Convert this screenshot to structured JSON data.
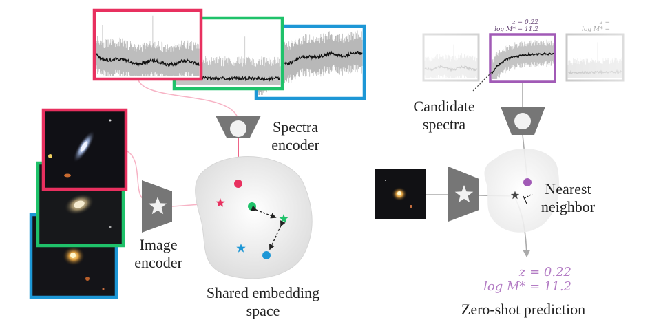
{
  "labels": {
    "spectra_encoder_l1": "Spectra",
    "spectra_encoder_l2": "encoder",
    "image_encoder_l1": "Image",
    "image_encoder_l2": "encoder",
    "shared_space_l1": "Shared embedding",
    "shared_space_l2": "space",
    "candidate_l1": "Candidate",
    "candidate_l2": "spectra",
    "nearest_l1": "Nearest",
    "nearest_l2": "neighbor",
    "zero_shot": "Zero-shot prediction"
  },
  "prediction": {
    "z_text": "z = 0.22",
    "logm_text": "log M* = 11.2"
  },
  "candidate_annotations": {
    "selected_z": "z = 0.22",
    "selected_logm": "log M* = 11.2",
    "faded_z": "z =",
    "faded_logm": "log M* ="
  },
  "colors": {
    "red": "#e8305f",
    "green": "#1fc26a",
    "blue": "#1d97d6",
    "purple": "#a15ab6",
    "encoder_gray": "#767676",
    "line_gray": "#aaaaaa"
  },
  "icons": {
    "spectra_encoder": "circle-in-trapezoid-icon",
    "image_encoder": "star-in-trapezoid-icon"
  }
}
